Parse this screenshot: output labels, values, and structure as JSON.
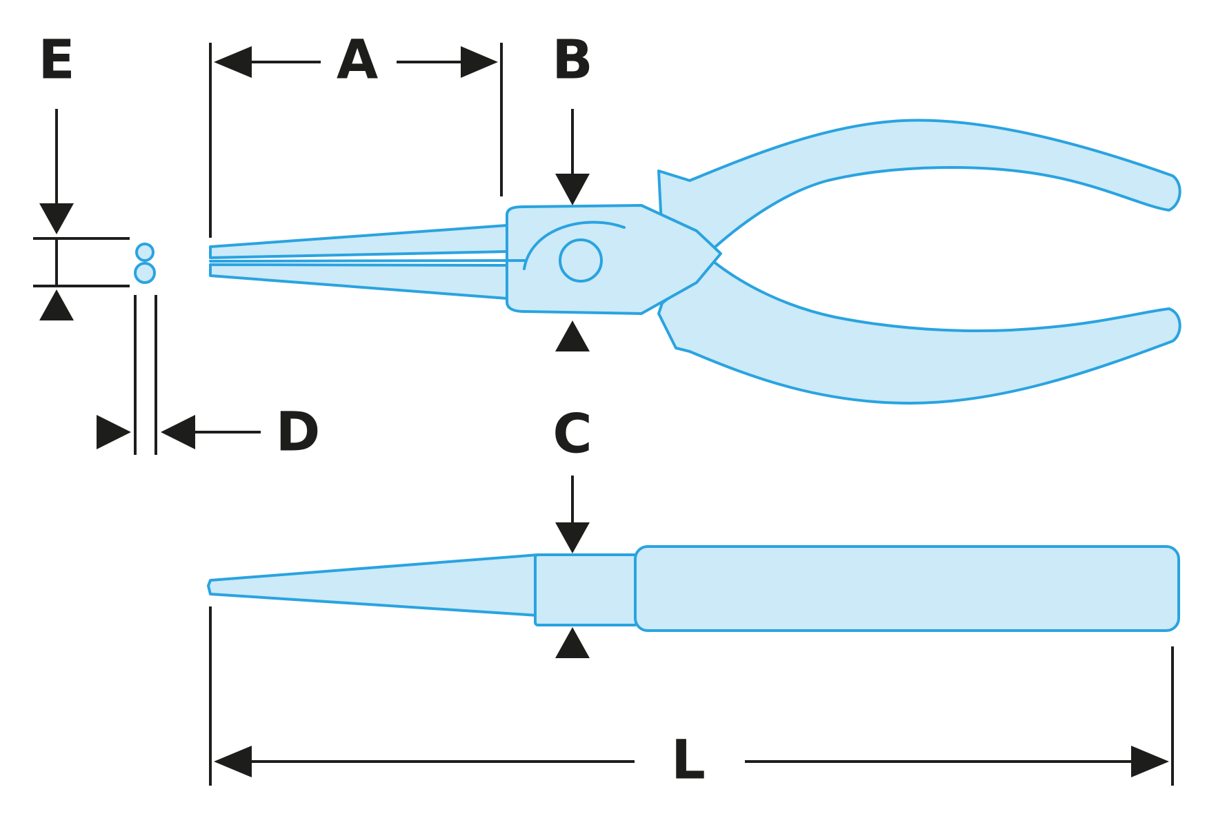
{
  "labels": {
    "A": "A",
    "B": "B",
    "C": "C",
    "D": "D",
    "E": "E",
    "L": "L"
  },
  "colors": {
    "tool_fill": "#cceaf8",
    "tool_stroke": "#2aa3e0",
    "dimension_ink": "#1d1d1b",
    "background": "#ffffff"
  }
}
